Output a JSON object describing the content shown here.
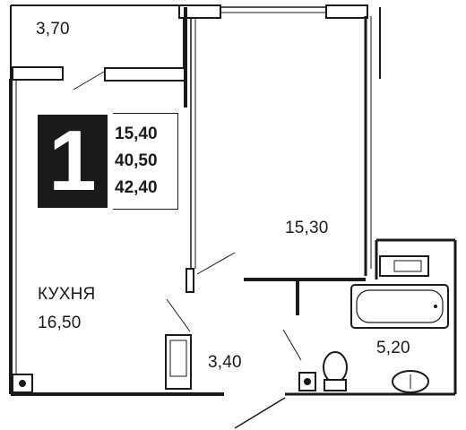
{
  "apartment": {
    "rooms_count": "1",
    "total_areas": [
      "15,40",
      "40,50",
      "42,40"
    ]
  },
  "rooms": {
    "balcony": {
      "area": "3,70"
    },
    "living": {
      "area": "15,30"
    },
    "kitchen": {
      "name": "КУХНЯ",
      "area": "16,50"
    },
    "hallway": {
      "area": "3,40"
    },
    "bathroom": {
      "area": "5,20"
    }
  },
  "colors": {
    "wall": "#1a1a1a",
    "background": "#ffffff"
  }
}
